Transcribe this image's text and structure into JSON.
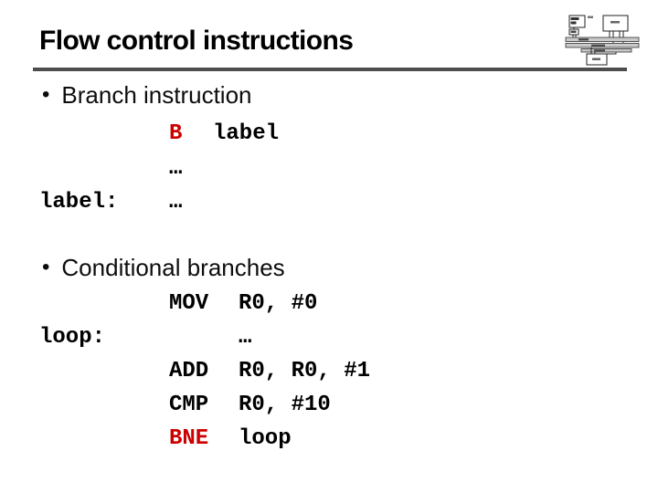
{
  "slide": {
    "title": "Flow control instructions",
    "bullet_glyph": "•",
    "colors": {
      "accent_red": "#cc0000",
      "rule_gray": "#4d4d4d",
      "text": "#000000"
    },
    "logo": {
      "name": "cpu-block-diagram"
    },
    "sections": [
      {
        "heading": "Branch instruction",
        "code_rows": [
          {
            "mnemonic": "B",
            "accent": true,
            "operands": "label"
          },
          {
            "mnemonic": "…"
          },
          {
            "label": "label:",
            "mnemonic": "…"
          }
        ]
      },
      {
        "heading": "Conditional branches",
        "code_rows": [
          {
            "mnemonic": "MOV",
            "operands": "R0, #0"
          },
          {
            "label": "loop:",
            "operands": "…"
          },
          {
            "mnemonic": "ADD",
            "operands": "R0, R0, #1"
          },
          {
            "mnemonic": "CMP",
            "operands": "R0, #10"
          },
          {
            "mnemonic": "BNE",
            "accent": true,
            "operands": "loop"
          }
        ]
      }
    ]
  }
}
